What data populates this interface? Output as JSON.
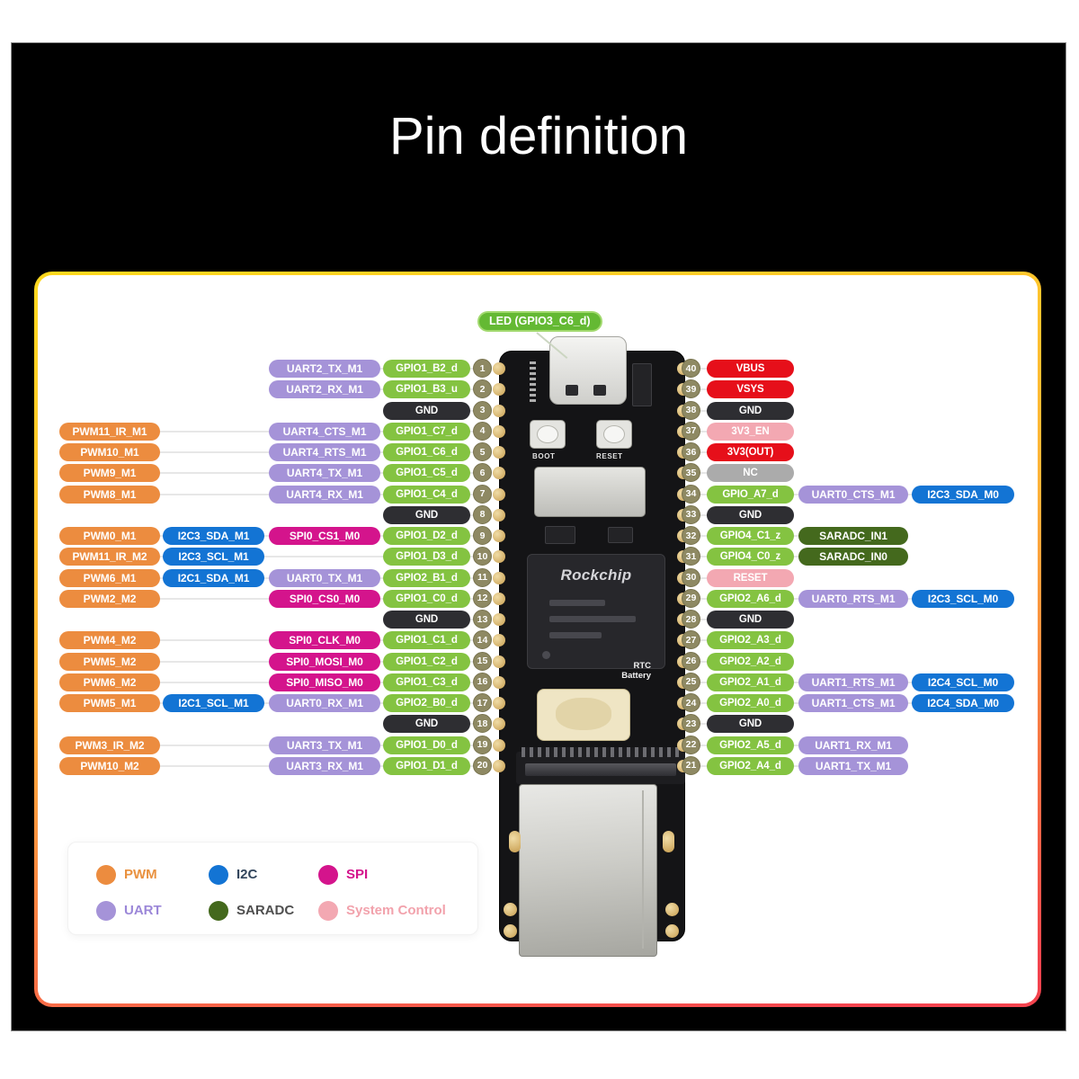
{
  "title": "Pin definition",
  "led_label": "LED (GPIO3_C6_d)",
  "board": {
    "brand": "Rockchip",
    "boot": "BOOT",
    "reset": "RESET",
    "rtc": "RTC Battery"
  },
  "colors": {
    "pwm": "#EC8C3F",
    "i2c": "#1374D4",
    "uart": "#A593D8",
    "spi": "#D4148C",
    "gpio": "#84C341",
    "saradc": "#44691D",
    "gnd": "#2E2E32",
    "power": "#E60F1A",
    "sysctl": "#F3A8B2",
    "nc": "#ABABAB",
    "pin_badge": "#8E8963"
  },
  "legend": {
    "items": [
      {
        "label": "PWM",
        "type": "pwm",
        "text_color": "#E9913F"
      },
      {
        "label": "I2C",
        "type": "i2c",
        "text_color": "#32455C"
      },
      {
        "label": "SPI",
        "type": "spi",
        "text_color": "#D4148C"
      },
      {
        "label": "UART",
        "type": "uart",
        "text_color": "#9B87D8"
      },
      {
        "label": "SARADC",
        "type": "saradc",
        "text_color": "#4F4F4F"
      },
      {
        "label": "System Control",
        "type": "sysctl",
        "text_color": "#F2A2AC"
      }
    ]
  },
  "left_pins": [
    {
      "num": "1",
      "cells": [
        {
          "col": "mid",
          "type": "uart",
          "text": "UART2_TX_M1"
        },
        {
          "col": "gpio",
          "type": "gpio",
          "text": "GPIO1_B2_d"
        }
      ]
    },
    {
      "num": "2",
      "cells": [
        {
          "col": "mid",
          "type": "uart",
          "text": "UART2_RX_M1"
        },
        {
          "col": "gpio",
          "type": "gpio",
          "text": "GPIO1_B3_u"
        }
      ]
    },
    {
      "num": "3",
      "cells": [
        {
          "col": "gpio",
          "type": "gnd",
          "text": "GND"
        }
      ]
    },
    {
      "num": "4",
      "cells": [
        {
          "col": "pwm",
          "type": "pwm",
          "text": "PWM11_IR_M1"
        },
        {
          "col": "mid",
          "type": "uart",
          "text": "UART4_CTS_M1"
        },
        {
          "col": "gpio",
          "type": "gpio",
          "text": "GPIO1_C7_d"
        }
      ]
    },
    {
      "num": "5",
      "cells": [
        {
          "col": "pwm",
          "type": "pwm",
          "text": "PWM10_M1"
        },
        {
          "col": "mid",
          "type": "uart",
          "text": "UART4_RTS_M1"
        },
        {
          "col": "gpio",
          "type": "gpio",
          "text": "GPIO1_C6_d"
        }
      ]
    },
    {
      "num": "6",
      "cells": [
        {
          "col": "pwm",
          "type": "pwm",
          "text": "PWM9_M1"
        },
        {
          "col": "mid",
          "type": "uart",
          "text": "UART4_TX_M1"
        },
        {
          "col": "gpio",
          "type": "gpio",
          "text": "GPIO1_C5_d"
        }
      ]
    },
    {
      "num": "7",
      "cells": [
        {
          "col": "pwm",
          "type": "pwm",
          "text": "PWM8_M1"
        },
        {
          "col": "mid",
          "type": "uart",
          "text": "UART4_RX_M1"
        },
        {
          "col": "gpio",
          "type": "gpio",
          "text": "GPIO1_C4_d"
        }
      ]
    },
    {
      "num": "8",
      "cells": [
        {
          "col": "gpio",
          "type": "gnd",
          "text": "GND"
        }
      ]
    },
    {
      "num": "9",
      "cells": [
        {
          "col": "pwm",
          "type": "pwm",
          "text": "PWM0_M1"
        },
        {
          "col": "i2c",
          "type": "i2c",
          "text": "I2C3_SDA_M1"
        },
        {
          "col": "mid",
          "type": "spi",
          "text": "SPI0_CS1_M0"
        },
        {
          "col": "gpio",
          "type": "gpio",
          "text": "GPIO1_D2_d"
        }
      ]
    },
    {
      "num": "10",
      "cells": [
        {
          "col": "pwm",
          "type": "pwm",
          "text": "PWM11_IR_M2"
        },
        {
          "col": "i2c",
          "type": "i2c",
          "text": "I2C3_SCL_M1"
        },
        {
          "col": "gpio",
          "type": "gpio",
          "text": "GPIO1_D3_d"
        }
      ]
    },
    {
      "num": "11",
      "cells": [
        {
          "col": "pwm",
          "type": "pwm",
          "text": "PWM6_M1"
        },
        {
          "col": "i2c",
          "type": "i2c",
          "text": "I2C1_SDA_M1"
        },
        {
          "col": "mid",
          "type": "uart",
          "text": "UART0_TX_M1"
        },
        {
          "col": "gpio",
          "type": "gpio",
          "text": "GPIO2_B1_d"
        }
      ]
    },
    {
      "num": "12",
      "cells": [
        {
          "col": "pwm",
          "type": "pwm",
          "text": "PWM2_M2"
        },
        {
          "col": "mid",
          "type": "spi",
          "text": "SPI0_CS0_M0"
        },
        {
          "col": "gpio",
          "type": "gpio",
          "text": "GPIO1_C0_d"
        }
      ]
    },
    {
      "num": "13",
      "cells": [
        {
          "col": "gpio",
          "type": "gnd",
          "text": "GND"
        }
      ]
    },
    {
      "num": "14",
      "cells": [
        {
          "col": "pwm",
          "type": "pwm",
          "text": "PWM4_M2"
        },
        {
          "col": "mid",
          "type": "spi",
          "text": "SPI0_CLK_M0"
        },
        {
          "col": "gpio",
          "type": "gpio",
          "text": "GPIO1_C1_d"
        }
      ]
    },
    {
      "num": "15",
      "cells": [
        {
          "col": "pwm",
          "type": "pwm",
          "text": "PWM5_M2"
        },
        {
          "col": "mid",
          "type": "spi",
          "text": "SPI0_MOSI_M0"
        },
        {
          "col": "gpio",
          "type": "gpio",
          "text": "GPIO1_C2_d"
        }
      ]
    },
    {
      "num": "16",
      "cells": [
        {
          "col": "pwm",
          "type": "pwm",
          "text": "PWM6_M2"
        },
        {
          "col": "mid",
          "type": "spi",
          "text": "SPI0_MISO_M0"
        },
        {
          "col": "gpio",
          "type": "gpio",
          "text": "GPIO1_C3_d"
        }
      ]
    },
    {
      "num": "17",
      "cells": [
        {
          "col": "pwm",
          "type": "pwm",
          "text": "PWM5_M1"
        },
        {
          "col": "i2c",
          "type": "i2c",
          "text": "I2C1_SCL_M1"
        },
        {
          "col": "mid",
          "type": "uart",
          "text": "UART0_RX_M1"
        },
        {
          "col": "gpio",
          "type": "gpio",
          "text": "GPIO2_B0_d"
        }
      ]
    },
    {
      "num": "18",
      "cells": [
        {
          "col": "gpio",
          "type": "gnd",
          "text": "GND"
        }
      ]
    },
    {
      "num": "19",
      "cells": [
        {
          "col": "pwm",
          "type": "pwm",
          "text": "PWM3_IR_M2"
        },
        {
          "col": "mid",
          "type": "uart",
          "text": "UART3_TX_M1"
        },
        {
          "col": "gpio",
          "type": "gpio",
          "text": "GPIO1_D0_d"
        }
      ]
    },
    {
      "num": "20",
      "cells": [
        {
          "col": "pwm",
          "type": "pwm",
          "text": "PWM10_M2"
        },
        {
          "col": "mid",
          "type": "uart",
          "text": "UART3_RX_M1"
        },
        {
          "col": "gpio",
          "type": "gpio",
          "text": "GPIO1_D1_d"
        }
      ]
    }
  ],
  "right_pins": [
    {
      "num": "40",
      "cells": [
        {
          "col": "c1",
          "type": "power",
          "text": "VBUS"
        }
      ]
    },
    {
      "num": "39",
      "cells": [
        {
          "col": "c1",
          "type": "power",
          "text": "VSYS"
        }
      ]
    },
    {
      "num": "38",
      "cells": [
        {
          "col": "c1",
          "type": "gnd",
          "text": "GND"
        }
      ]
    },
    {
      "num": "37",
      "cells": [
        {
          "col": "c1",
          "type": "sysctl",
          "text": "3V3_EN"
        }
      ]
    },
    {
      "num": "36",
      "cells": [
        {
          "col": "c1",
          "type": "power",
          "text": "3V3(OUT)"
        }
      ]
    },
    {
      "num": "35",
      "cells": [
        {
          "col": "c1",
          "type": "nc",
          "text": "NC"
        }
      ]
    },
    {
      "num": "34",
      "cells": [
        {
          "col": "c1",
          "type": "gpio",
          "text": "GPIO_A7_d"
        },
        {
          "col": "c2",
          "type": "uart",
          "text": "UART0_CTS_M1"
        },
        {
          "col": "c3",
          "type": "i2c",
          "text": "I2C3_SDA_M0"
        }
      ]
    },
    {
      "num": "33",
      "cells": [
        {
          "col": "c1",
          "type": "gnd",
          "text": "GND"
        }
      ]
    },
    {
      "num": "32",
      "cells": [
        {
          "col": "c1",
          "type": "gpio",
          "text": "GPIO4_C1_z"
        },
        {
          "col": "c2",
          "type": "saradc",
          "text": "SARADC_IN1"
        }
      ]
    },
    {
      "num": "31",
      "cells": [
        {
          "col": "c1",
          "type": "gpio",
          "text": "GPIO4_C0_z"
        },
        {
          "col": "c2",
          "type": "saradc",
          "text": "SARADC_IN0"
        }
      ]
    },
    {
      "num": "30",
      "cells": [
        {
          "col": "c1",
          "type": "sysctl",
          "text": "RESET"
        }
      ]
    },
    {
      "num": "29",
      "cells": [
        {
          "col": "c1",
          "type": "gpio",
          "text": "GPIO2_A6_d"
        },
        {
          "col": "c2",
          "type": "uart",
          "text": "UART0_RTS_M1"
        },
        {
          "col": "c3",
          "type": "i2c",
          "text": "I2C3_SCL_M0"
        }
      ]
    },
    {
      "num": "28",
      "cells": [
        {
          "col": "c1",
          "type": "gnd",
          "text": "GND"
        }
      ]
    },
    {
      "num": "27",
      "cells": [
        {
          "col": "c1",
          "type": "gpio",
          "text": "GPIO2_A3_d"
        }
      ]
    },
    {
      "num": "26",
      "cells": [
        {
          "col": "c1",
          "type": "gpio",
          "text": "GPIO2_A2_d"
        }
      ]
    },
    {
      "num": "25",
      "cells": [
        {
          "col": "c1",
          "type": "gpio",
          "text": "GPIO2_A1_d"
        },
        {
          "col": "c2",
          "type": "uart",
          "text": "UART1_RTS_M1"
        },
        {
          "col": "c3",
          "type": "i2c",
          "text": "I2C4_SCL_M0"
        }
      ]
    },
    {
      "num": "24",
      "cells": [
        {
          "col": "c1",
          "type": "gpio",
          "text": "GPIO2_A0_d"
        },
        {
          "col": "c2",
          "type": "uart",
          "text": "UART1_CTS_M1"
        },
        {
          "col": "c3",
          "type": "i2c",
          "text": "I2C4_SDA_M0"
        }
      ]
    },
    {
      "num": "23",
      "cells": [
        {
          "col": "c1",
          "type": "gnd",
          "text": "GND"
        }
      ]
    },
    {
      "num": "22",
      "cells": [
        {
          "col": "c1",
          "type": "gpio",
          "text": "GPIO2_A5_d"
        },
        {
          "col": "c2",
          "type": "uart",
          "text": "UART1_RX_M1"
        }
      ]
    },
    {
      "num": "21",
      "cells": [
        {
          "col": "c1",
          "type": "gpio",
          "text": "GPIO2_A4_d"
        },
        {
          "col": "c2",
          "type": "uart",
          "text": "UART1_TX_M1"
        }
      ]
    }
  ]
}
